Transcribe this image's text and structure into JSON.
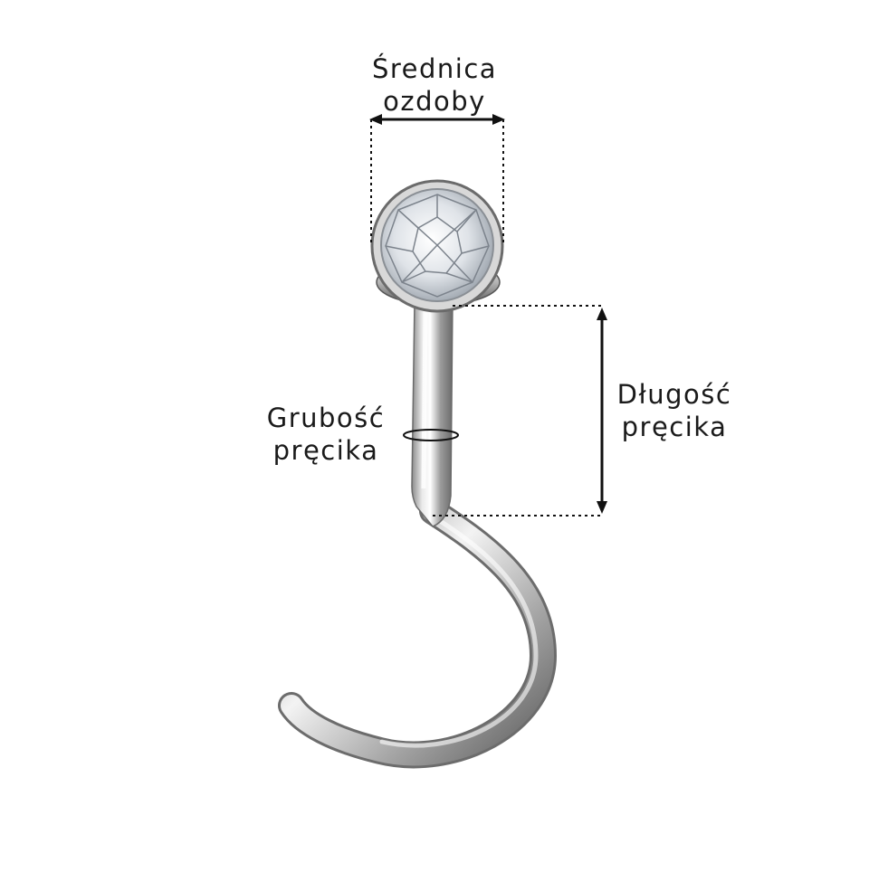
{
  "labels": {
    "diameter": {
      "line1": "Średnica",
      "line2": "ozdoby"
    },
    "length": {
      "line1": "Długość",
      "line2": "pręcika"
    },
    "thickness": {
      "line1": "Grubość",
      "line2": "pręcika"
    }
  },
  "colors": {
    "background": "#ffffff",
    "text": "#1a1a1a",
    "metal_dark": "#6f6f6f",
    "metal_light": "#f4f4f4",
    "gem": "#dfe3e8",
    "dimension_line": "#111111"
  },
  "icons": {
    "piercing": "nose-screw-piercing-icon",
    "gem": "round-crystal-gem-icon"
  }
}
